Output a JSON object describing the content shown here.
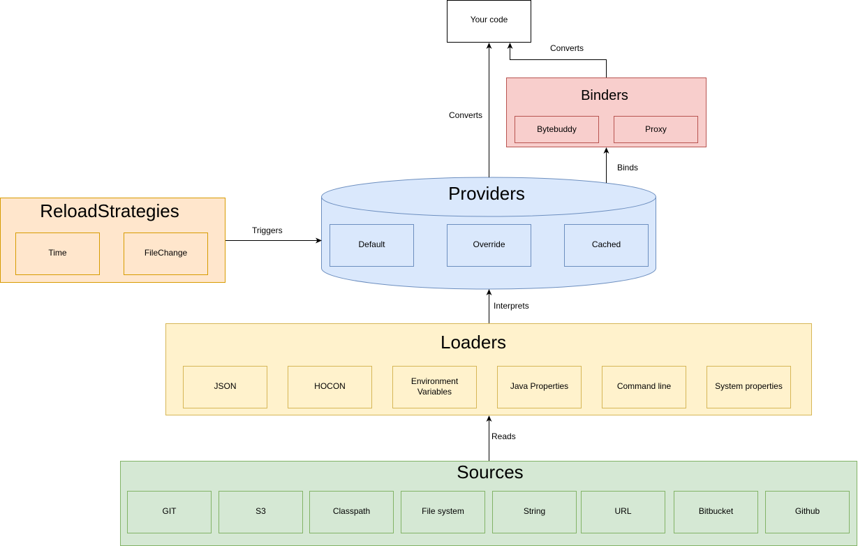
{
  "colors": {
    "reload_fill": "#ffe6cc",
    "reload_stroke": "#d79b00",
    "providers_fill": "#dae8fc",
    "providers_stroke": "#6c8ebf",
    "binders_fill": "#f8cecc",
    "binders_stroke": "#b85450",
    "loaders_fill": "#fff2cc",
    "loaders_stroke": "#d6b656",
    "sources_fill": "#d5e8d4",
    "sources_stroke": "#82b366"
  },
  "your_code": {
    "label": "Your code"
  },
  "binders": {
    "title": "Binders",
    "items": [
      "Bytebuddy",
      "Proxy"
    ]
  },
  "providers": {
    "title": "Providers",
    "items": [
      "Default",
      "Override",
      "Cached"
    ]
  },
  "reload": {
    "title": "ReloadStrategies",
    "items": [
      "Time",
      "FileChange"
    ]
  },
  "loaders": {
    "title": "Loaders",
    "items": [
      "JSON",
      "HOCON",
      "Environment",
      "Variables",
      "Java Properties",
      "Command line",
      "System properties"
    ]
  },
  "sources": {
    "title": "Sources",
    "items": [
      "GIT",
      "S3",
      "Classpath",
      "File system",
      "String",
      "URL",
      "Bitbucket",
      "Github"
    ]
  },
  "edges": {
    "converts_providers": "Converts",
    "converts_binders": "Converts",
    "binds": "Binds",
    "triggers": "Triggers",
    "interprets": "Interprets",
    "reads": "Reads"
  }
}
